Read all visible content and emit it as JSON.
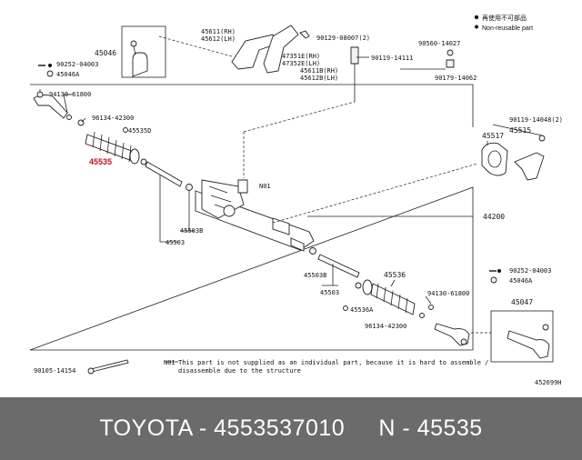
{
  "legend": {
    "items": [
      {
        "symbol": "●",
        "text": "再使用不可部品"
      },
      {
        "symbol": "◆",
        "text": "Non-reusable part"
      }
    ]
  },
  "labels": {
    "p45046_top": "45046",
    "p45611": "45611(RH)",
    "p45612": "45612(LH)",
    "p90129": "90129-08007(2)",
    "p90560": "90560-14027",
    "p90252_top": "90252-04003",
    "p45046A_top": "45046A",
    "p90119_top": "90119-14111",
    "p47351": "47351E(RH)",
    "p47352": "47352E(LH)",
    "p45611B": "45611B(RH)",
    "p45612B": "45612B(LH)",
    "p90179": "90179-14062",
    "p94130_top": "94130-61800",
    "p96134_top": "96134-42300",
    "p45535D": "45535D",
    "p45535_hl": "45535",
    "p90119_right": "90119-14048(2)",
    "p45515": "45515",
    "p45517": "45517",
    "pN01": "N01",
    "p44200": "44200",
    "p45503B_left": "45503B",
    "p45503_left": "45503",
    "p45503B_mid": "45503B",
    "p45503_mid": "45503",
    "p45536": "45536",
    "p90252_bot": "90252-04003",
    "p45046A_bot": "45046A",
    "p94130_bot": "94130-61800",
    "p45047": "45047",
    "p45536A": "45536A",
    "p96134_bot": "96134-42300",
    "p90105": "90105-14154",
    "figure_id": "452699H"
  },
  "note": {
    "code": "N01",
    "line1": "This part is not supplied as an individual part, because it is hard to assemble /",
    "line2": "disassemble due to the structure"
  },
  "footer": {
    "text": "TOYOTA - 4553537010     N - 45535"
  }
}
